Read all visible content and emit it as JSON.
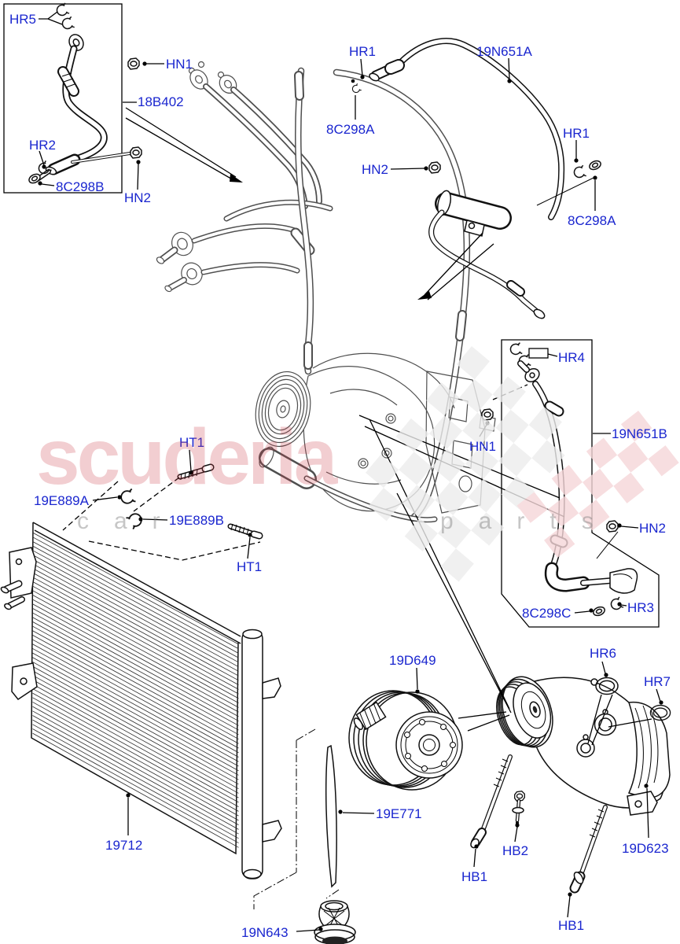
{
  "watermark": {
    "brand": "scuderia",
    "car": "car",
    "parts": "parts",
    "brand_color": "rgba(205,60,70,0.25)",
    "letters_color": "rgba(120,120,120,0.42)",
    "flag_gray": "#ededed",
    "flag_pink": "#f6d7d9"
  },
  "colors": {
    "label_blue": "#1a26cf",
    "detail_line": "#111111",
    "insitu_line": "#4f4f4f"
  },
  "callouts": [
    {
      "id": "hr5",
      "text": "HR5"
    },
    {
      "id": "hn1-top",
      "text": "HN1"
    },
    {
      "id": "18b402",
      "text": "18B402"
    },
    {
      "id": "hr2",
      "text": "HR2"
    },
    {
      "id": "8c298b",
      "text": "8C298B"
    },
    {
      "id": "hn2-topleft",
      "text": "HN2"
    },
    {
      "id": "hr1-left",
      "text": "HR1"
    },
    {
      "id": "19n651a",
      "text": "19N651A"
    },
    {
      "id": "8c298a-left",
      "text": "8C298A"
    },
    {
      "id": "hn2-center",
      "text": "HN2"
    },
    {
      "id": "hr1-right",
      "text": "HR1"
    },
    {
      "id": "8c298a-right",
      "text": "8C298A"
    },
    {
      "id": "hr4",
      "text": "HR4"
    },
    {
      "id": "19n651b",
      "text": "19N651B"
    },
    {
      "id": "hn1-mid",
      "text": "HN1"
    },
    {
      "id": "hn2-mid",
      "text": "HN2"
    },
    {
      "id": "8c298c",
      "text": "8C298C"
    },
    {
      "id": "hr3",
      "text": "HR3"
    },
    {
      "id": "ht1-upper",
      "text": "HT1"
    },
    {
      "id": "19e889a",
      "text": "19E889A"
    },
    {
      "id": "19e889b",
      "text": "19E889B"
    },
    {
      "id": "ht1-lower",
      "text": "HT1"
    },
    {
      "id": "19712",
      "text": "19712"
    },
    {
      "id": "19d649",
      "text": "19D649"
    },
    {
      "id": "19e771",
      "text": "19E771"
    },
    {
      "id": "19n643",
      "text": "19N643"
    },
    {
      "id": "hb1-left",
      "text": "HB1"
    },
    {
      "id": "hb2",
      "text": "HB2"
    },
    {
      "id": "19d623",
      "text": "19D623"
    },
    {
      "id": "hb1-bottom",
      "text": "HB1"
    },
    {
      "id": "hr6",
      "text": "HR6"
    },
    {
      "id": "hr7",
      "text": "HR7"
    }
  ]
}
